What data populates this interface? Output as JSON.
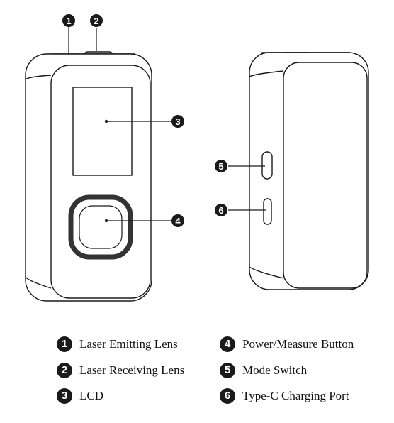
{
  "callouts": [
    {
      "num": "1",
      "label": "Laser Emitting Lens"
    },
    {
      "num": "2",
      "label": "Laser Receiving Lens"
    },
    {
      "num": "3",
      "label": "LCD"
    },
    {
      "num": "4",
      "label": "Power/Measure Button"
    },
    {
      "num": "5",
      "label": "Mode Switch"
    },
    {
      "num": "6",
      "label": "Type-C Charging Port"
    }
  ],
  "colors": {
    "line": "#1a1a1a",
    "badge": "#1a1a1a",
    "button_ring": "#333333"
  }
}
